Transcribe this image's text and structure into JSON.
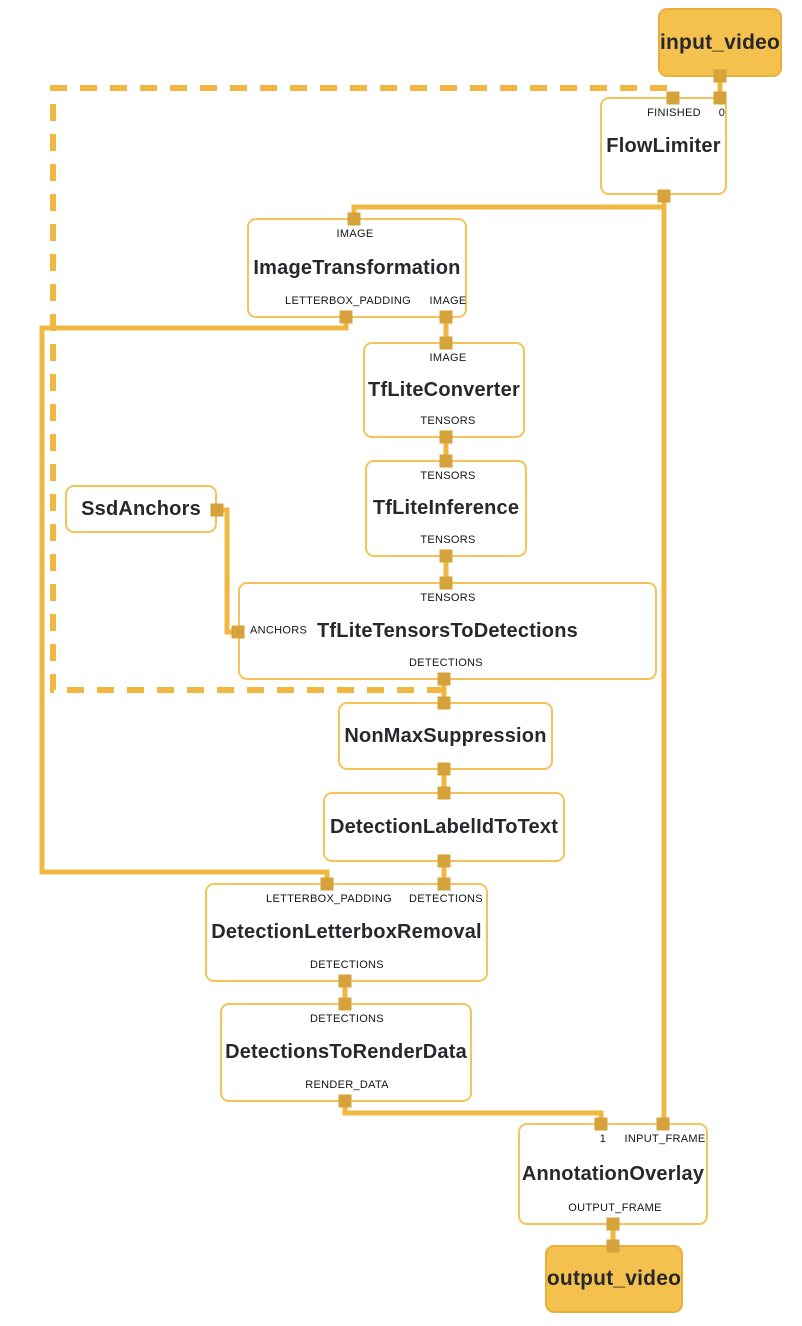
{
  "colors": {
    "edge": "#F1B741",
    "connector": "#D5A23B",
    "node_border": "#F6C35B",
    "endpoint_fill": "#F4C04E",
    "endpoint_border": "#EAAE3C",
    "title_text": "#26282B",
    "port_text": "#141414",
    "background": "#FFFFFF"
  },
  "nodes": {
    "input_video": {
      "title": "input_video"
    },
    "flow_limiter": {
      "title": "FlowLimiter",
      "ports": {
        "finished": "FINISHED",
        "zero": "0"
      }
    },
    "image_transformation": {
      "title": "ImageTransformation",
      "ports": {
        "image_in": "IMAGE",
        "letterbox_padding_out": "LETTERBOX_PADDING",
        "image_out": "IMAGE"
      }
    },
    "tflite_converter": {
      "title": "TfLiteConverter",
      "ports": {
        "image_in": "IMAGE",
        "tensors_out": "TENSORS"
      }
    },
    "tflite_inference": {
      "title": "TfLiteInference",
      "ports": {
        "tensors_in": "TENSORS",
        "tensors_out": "TENSORS"
      }
    },
    "ssd_anchors": {
      "title": "SsdAnchors"
    },
    "tflite_tensors_to_detections": {
      "title": "TfLiteTensorsToDetections",
      "ports": {
        "tensors_in": "TENSORS",
        "anchors_in": "ANCHORS",
        "detections_out": "DETECTIONS"
      }
    },
    "non_max_suppression": {
      "title": "NonMaxSuppression"
    },
    "detection_label_id_to_text": {
      "title": "DetectionLabelIdToText"
    },
    "detection_letterbox_removal": {
      "title": "DetectionLetterboxRemoval",
      "ports": {
        "letterbox_padding_in": "LETTERBOX_PADDING",
        "detections_in": "DETECTIONS",
        "detections_out": "DETECTIONS"
      }
    },
    "detections_to_render_data": {
      "title": "DetectionsToRenderData",
      "ports": {
        "detections_in": "DETECTIONS",
        "render_data_out": "RENDER_DATA"
      }
    },
    "annotation_overlay": {
      "title": "AnnotationOverlay",
      "ports": {
        "one_in": "1",
        "input_frame_in": "INPUT_FRAME",
        "output_frame_out": "OUTPUT_FRAME"
      }
    },
    "output_video": {
      "title": "output_video"
    }
  },
  "edges": [
    {
      "from": "input_video",
      "to": "FlowLimiter:0",
      "style": "solid"
    },
    {
      "from": "FlowLimiter",
      "to": "ImageTransformation:IMAGE",
      "style": "solid"
    },
    {
      "from": "FlowLimiter",
      "to": "AnnotationOverlay:INPUT_FRAME",
      "style": "solid"
    },
    {
      "from": "ImageTransformation:IMAGE",
      "to": "TfLiteConverter:IMAGE",
      "style": "solid"
    },
    {
      "from": "ImageTransformation:LETTERBOX_PADDING",
      "to": "DetectionLetterboxRemoval:LETTERBOX_PADDING",
      "style": "solid"
    },
    {
      "from": "TfLiteConverter:TENSORS",
      "to": "TfLiteInference:TENSORS",
      "style": "solid"
    },
    {
      "from": "TfLiteInference:TENSORS",
      "to": "TfLiteTensorsToDetections:TENSORS",
      "style": "solid"
    },
    {
      "from": "SsdAnchors",
      "to": "TfLiteTensorsToDetections:ANCHORS",
      "style": "solid"
    },
    {
      "from": "TfLiteTensorsToDetections:DETECTIONS",
      "to": "NonMaxSuppression",
      "style": "solid"
    },
    {
      "from": "TfLiteTensorsToDetections:DETECTIONS",
      "to": "FlowLimiter:FINISHED",
      "style": "dashed"
    },
    {
      "from": "NonMaxSuppression",
      "to": "DetectionLabelIdToText",
      "style": "solid"
    },
    {
      "from": "DetectionLabelIdToText",
      "to": "DetectionLetterboxRemoval:DETECTIONS",
      "style": "solid"
    },
    {
      "from": "DetectionLetterboxRemoval:DETECTIONS",
      "to": "DetectionsToRenderData:DETECTIONS",
      "style": "solid"
    },
    {
      "from": "DetectionsToRenderData:RENDER_DATA",
      "to": "AnnotationOverlay:1",
      "style": "solid"
    },
    {
      "from": "AnnotationOverlay:OUTPUT_FRAME",
      "to": "output_video",
      "style": "solid"
    }
  ]
}
